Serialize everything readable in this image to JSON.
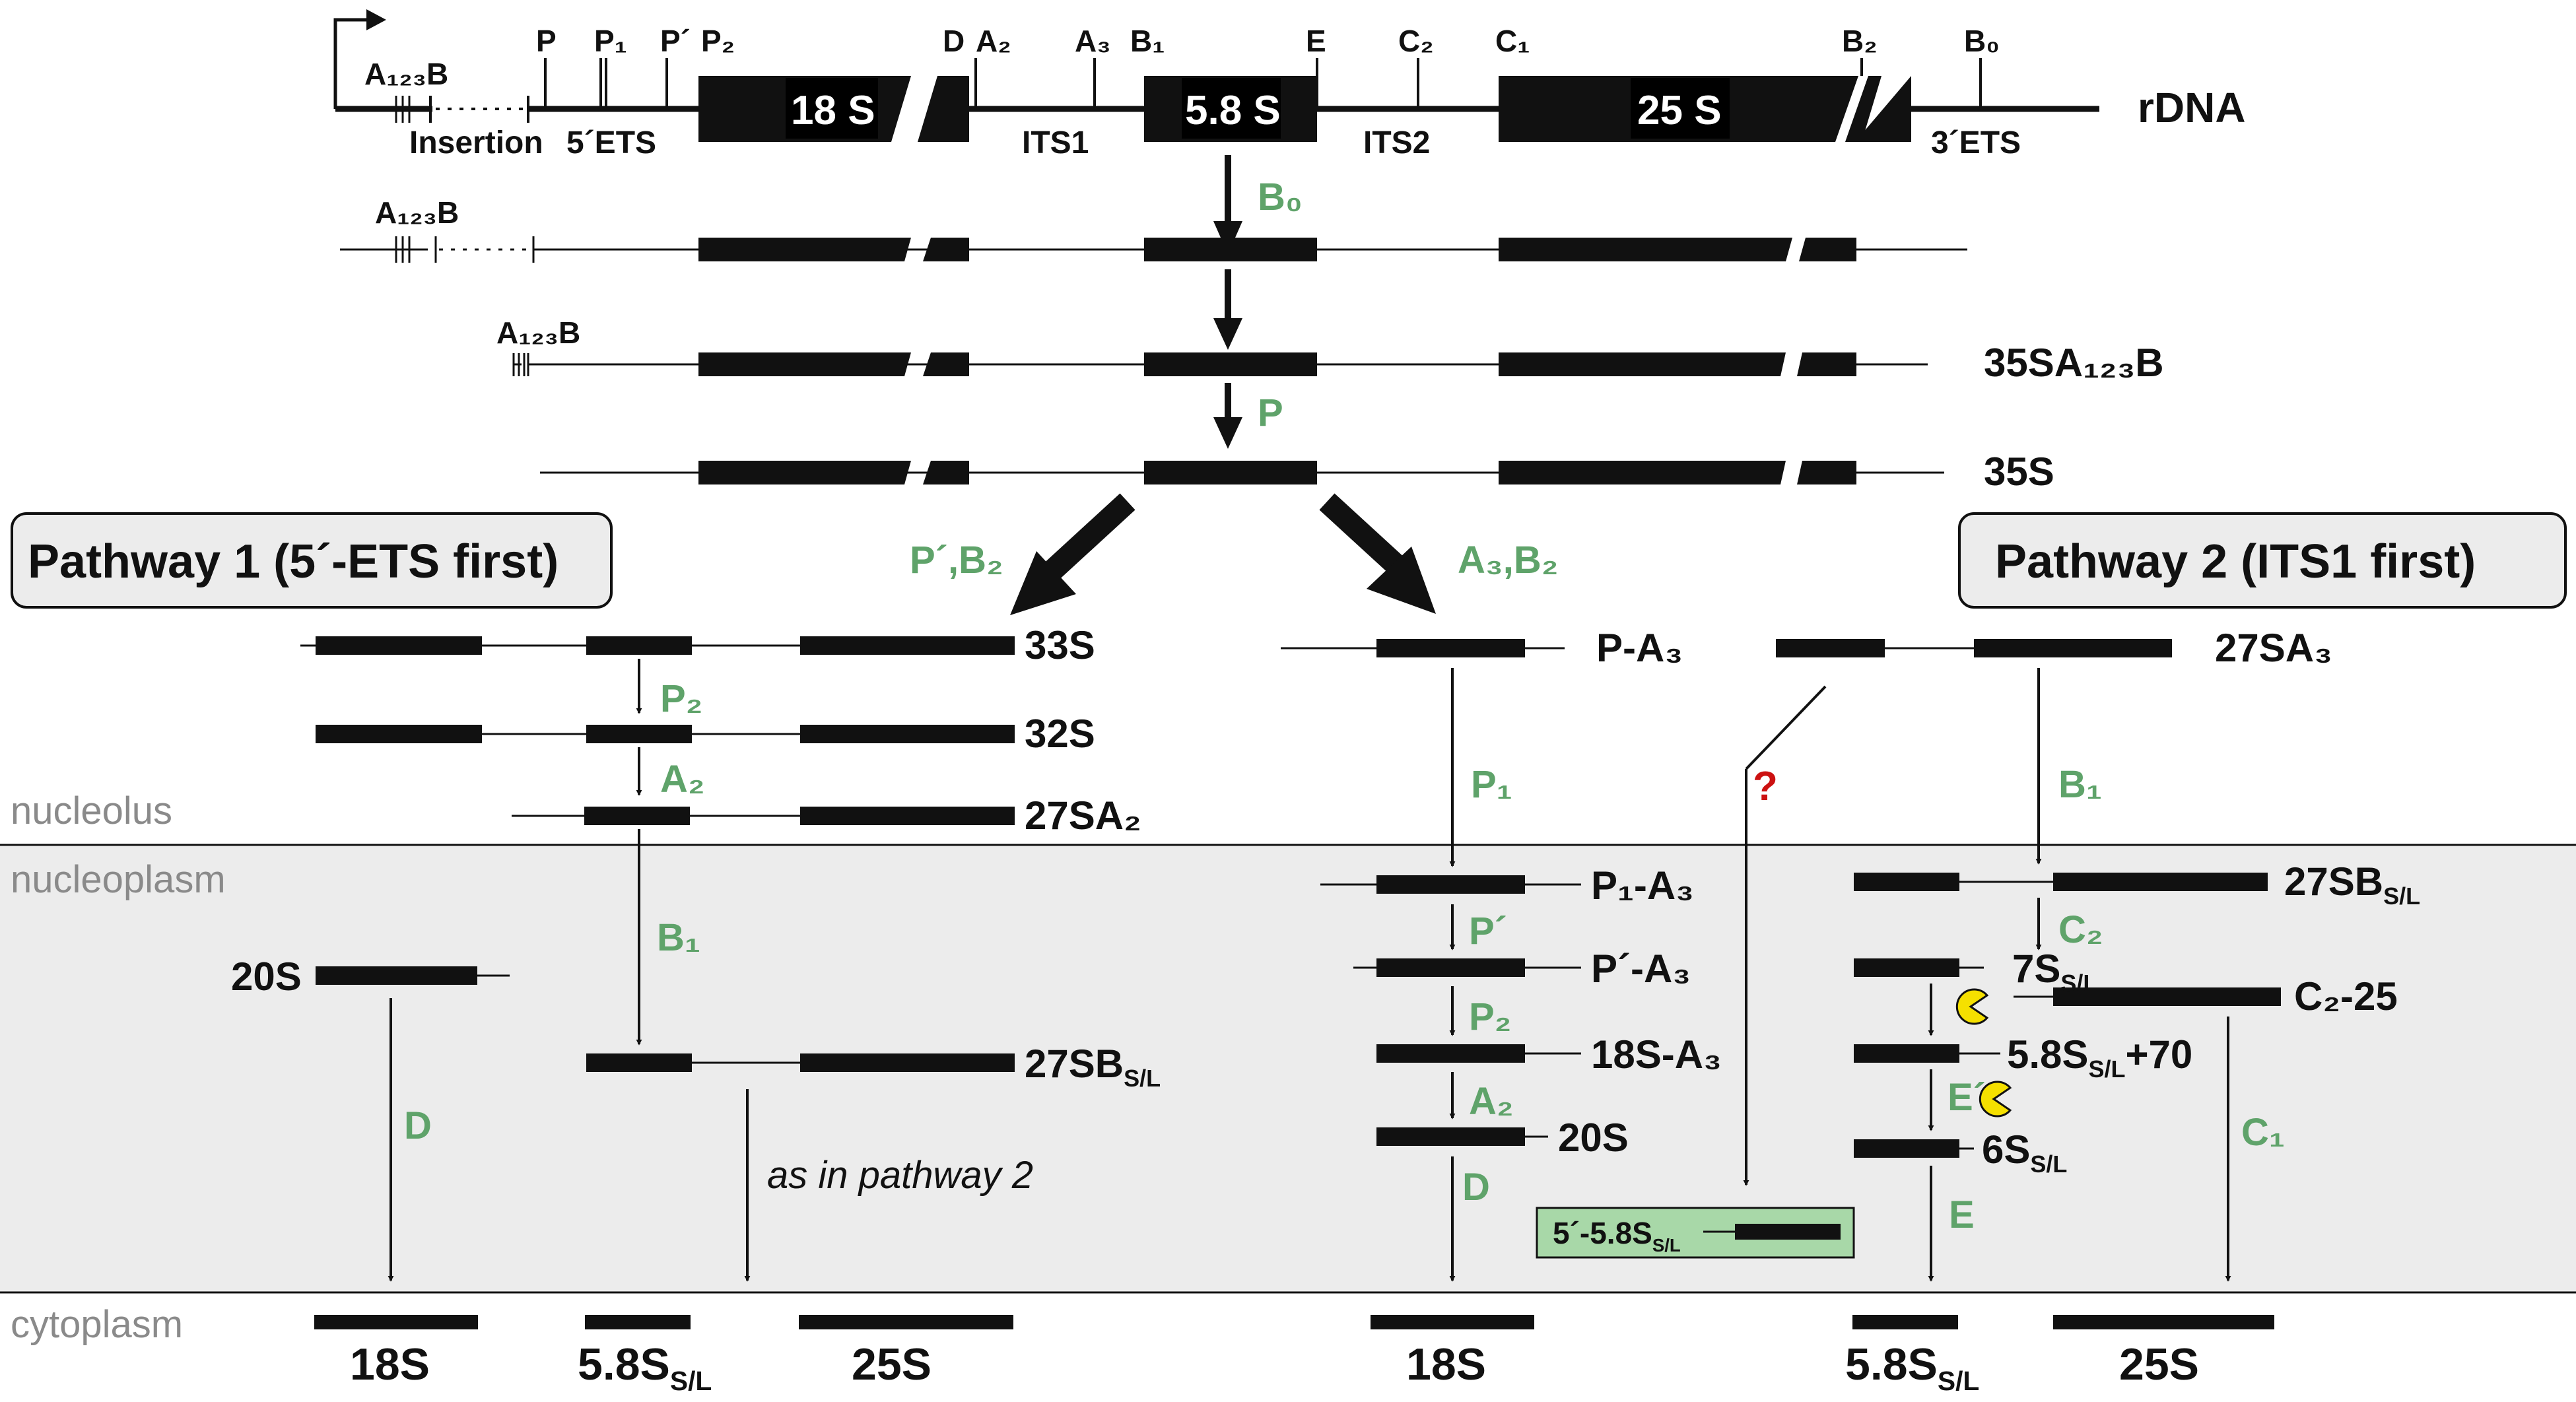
{
  "gene": {
    "label": "rDNA",
    "sites": [
      "A₁₂₃B",
      "P",
      "P₁",
      "P´",
      "P₂",
      "D",
      "A₂",
      "A₃",
      "B₁",
      "E",
      "C₂",
      "C₁",
      "B₂",
      "B₀"
    ],
    "regions": [
      "Insertion",
      "5´ETS",
      "ITS1",
      "ITS2",
      "3´ETS"
    ],
    "rrna": [
      "18 S",
      "5.8 S",
      "25 S"
    ]
  },
  "steps": {
    "b0": "B₀",
    "p": "P",
    "pprime_b2": "P´,B₂",
    "a3_b2": "A₃,B₂",
    "p2": "P₂",
    "a2": "A₂",
    "b1": "B₁",
    "d": "D",
    "p1": "P₁",
    "pprime": "P´",
    "c2": "C₂",
    "eprime": "E´",
    "e": "E",
    "c1": "C₁",
    "question": "?"
  },
  "intermediates": {
    "s35a123b": "35SA₁₂₃B",
    "a123b": "A₁₂₃B",
    "s35": "35S",
    "s33": "33S",
    "s32": "32S",
    "s27a2": "27SA₂",
    "s20": "20S",
    "s27b_p1": "27SB",
    "s27b_p1_sub": "S/L",
    "pa3": "P-A₃",
    "p1a3": "P₁-A₃",
    "ppa3": "P´-A₃",
    "s18a3": "18S-A₃",
    "s20b": "20S",
    "s27a3": "27SA₃",
    "s27b_p2": "27SB",
    "s27b_p2_sub": "S/L",
    "s7": "7S",
    "s7_sub": "S/L",
    "c225": "C₂-25",
    "s58_70": "5.8S",
    "s58_70_sub": "S/L",
    "s58_70_tail": "+70",
    "s6": "6S",
    "s6_sub": "S/L",
    "s58_5": "5´-5.8S",
    "s58_5_sub": "S/L"
  },
  "pathways": {
    "p1_title": "Pathway 1 (5´-ETS first)",
    "p2_title": "Pathway 2 (ITS1 first)",
    "as_in": "as in pathway 2"
  },
  "compartments": [
    "nucleolus",
    "nucleoplasm",
    "cytoplasm"
  ],
  "products": {
    "p1_18s": "18S",
    "p1_58s": "5.8S",
    "p1_58s_sub": "S/L",
    "p1_25s": "25S",
    "p2_18s": "18S",
    "p2_58s": "5.8S",
    "p2_58s_sub": "S/L",
    "p2_25s": "25S"
  },
  "colors": {
    "green": "#5fa36a",
    "red": "#cc1111",
    "nucleoplasm_bg": "#ececec",
    "exonuclease": "#f5e000",
    "highlight_box": "#a8d8a8"
  }
}
